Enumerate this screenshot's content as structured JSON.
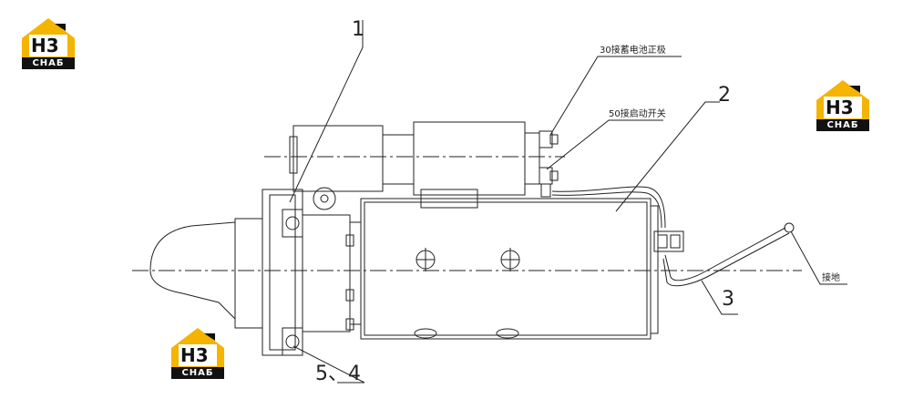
{
  "logos": [
    {
      "mark": "H3",
      "caption": "СНАБ"
    },
    {
      "mark": "H3",
      "caption": "СНАБ"
    },
    {
      "mark": "H3",
      "caption": "СНАБ"
    }
  ],
  "callouts": {
    "part1": "1",
    "part2": "2",
    "part3": "3",
    "part54": "5、4",
    "terminal30": "30接蓄电池正极",
    "terminal50": "50接启动开关",
    "ground": "接地"
  },
  "colors": {
    "logo_yellow": "#f4b400",
    "logo_dark": "#111111",
    "line": "#222222"
  }
}
